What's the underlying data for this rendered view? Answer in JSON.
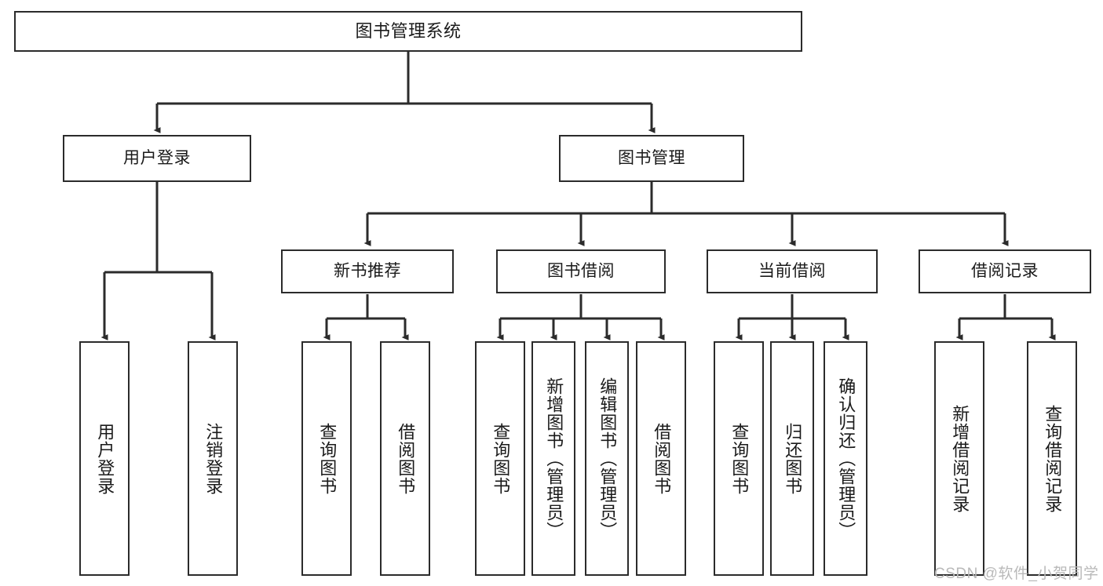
{
  "diagram": {
    "type": "tree-hierarchy",
    "title": "图书管理系统",
    "watermark": "CSDN @软件_小贺同学",
    "colors": {
      "box_border": "#2b2b2b",
      "box_fill": "#ffffff",
      "connector": "#2b2b2b",
      "text": "#1a1a1a",
      "watermark": "#b9b9b9",
      "background": "#ffffff"
    },
    "nodes": {
      "root": {
        "label": "图书管理系统"
      },
      "level2": [
        {
          "id": "user-login",
          "label": "用户登录"
        },
        {
          "id": "book-manage",
          "label": "图书管理"
        }
      ],
      "level3": [
        {
          "id": "new-book-recommend",
          "label": "新书推荐"
        },
        {
          "id": "book-borrow",
          "label": "图书借阅"
        },
        {
          "id": "current-borrow",
          "label": "当前借阅"
        },
        {
          "id": "borrow-record",
          "label": "借阅记录"
        }
      ],
      "leaves": {
        "user-login": [
          {
            "id": "leaf-user-login",
            "label": "用户登录"
          },
          {
            "id": "leaf-logout-login",
            "label": "注销登录"
          }
        ],
        "new-book-recommend": [
          {
            "id": "leaf-query-book-1",
            "label": "查询图书"
          },
          {
            "id": "leaf-borrow-book-1",
            "label": "借阅图书"
          }
        ],
        "book-borrow": [
          {
            "id": "leaf-query-book-2",
            "label": "查询图书"
          },
          {
            "id": "leaf-add-book",
            "label": "新增图书（管理员）"
          },
          {
            "id": "leaf-edit-book",
            "label": "编辑图书（管理员）"
          },
          {
            "id": "leaf-borrow-book-2",
            "label": "借阅图书"
          }
        ],
        "current-borrow": [
          {
            "id": "leaf-query-book-3",
            "label": "查询图书"
          },
          {
            "id": "leaf-return-book",
            "label": "归还图书"
          },
          {
            "id": "leaf-confirm-return",
            "label": "确认归还（管理员）"
          }
        ],
        "borrow-record": [
          {
            "id": "leaf-add-record",
            "label": "新增借阅记录"
          },
          {
            "id": "leaf-query-record",
            "label": "查询借阅记录"
          }
        ]
      }
    }
  }
}
